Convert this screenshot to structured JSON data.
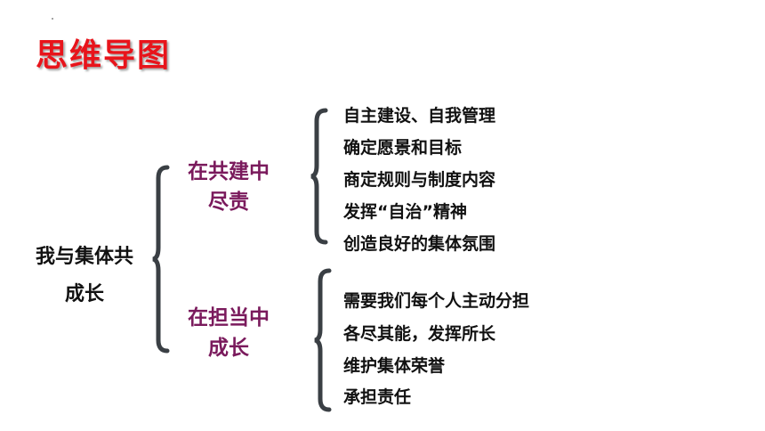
{
  "title": "思维导图",
  "root": {
    "line1": "我与集体共",
    "line2": "成长"
  },
  "branches": [
    {
      "line1": "在共建中",
      "line2": "尽责",
      "items": [
        "自主建设、自我管理",
        "确定愿景和目标",
        "商定规则与制度内容",
        "发挥“自治”精神",
        "创造良好的集体氛围"
      ]
    },
    {
      "line1": "在担当中",
      "line2": "成长",
      "items": [
        "需要我们每个人主动分担",
        "各尽其能，发挥所长",
        "维护集体荣誉",
        "承担责任"
      ]
    }
  ],
  "colors": {
    "title": "#e8141b",
    "branch": "#7a1a5c",
    "brace": "#3a3f44",
    "text": "#111111"
  }
}
